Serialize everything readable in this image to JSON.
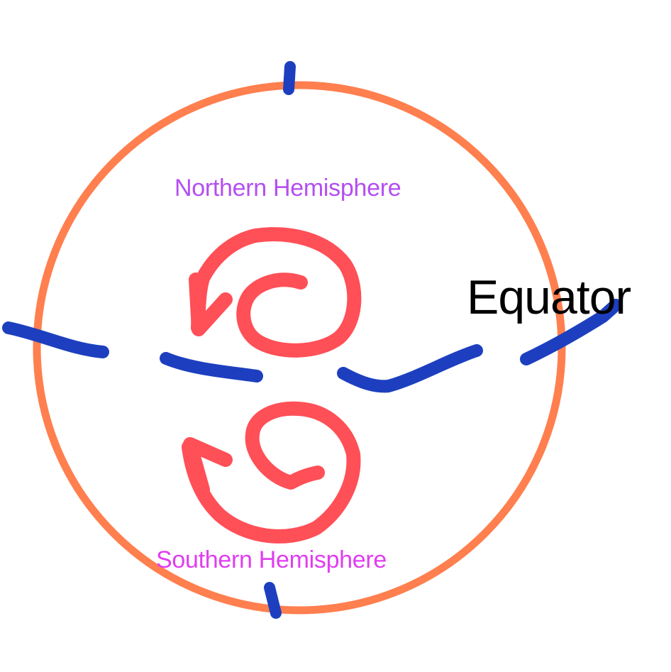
{
  "labels": {
    "northern_hemisphere": "Northern Hemisphere",
    "southern_hemisphere": "Southern Hemisphere",
    "equator": "Equator"
  },
  "colors": {
    "globe_outline": "#ff7f4f",
    "equator_line": "#1d3fbf",
    "rotation_arrows": "#ff4f57",
    "northern_label": "#b44ef2",
    "southern_label": "#e03ef0",
    "equator_label": "#000000"
  },
  "rotation": {
    "northern_hemisphere": "counterclockwise",
    "southern_hemisphere": "clockwise"
  }
}
